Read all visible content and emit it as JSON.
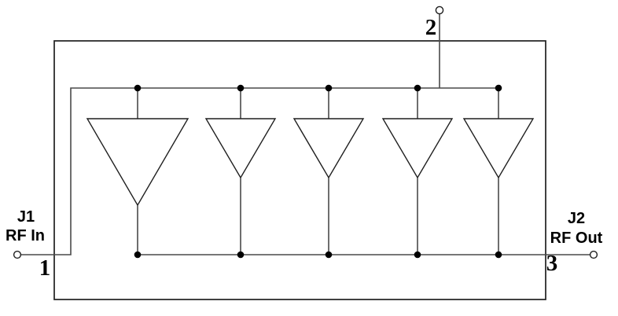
{
  "diagram": {
    "type": "rf-amplifier-module-schematic",
    "description": "Block schematic of an RF amplifier module: input J1 feeds a common input bus driving five parallel amplifier stages whose outputs join a common output bus to J2; pin 2 connects to the input bus from the top.",
    "background_color": "#ffffff",
    "line_color": "#4a4a4a",
    "outline_color": "#1f1f1f",
    "dot_color": "#000000",
    "amplifier_count": 5,
    "ports": {
      "input": {
        "designator": "J1",
        "label": "RF In",
        "pin": "1"
      },
      "top": {
        "pin": "2"
      },
      "output": {
        "designator": "J2",
        "label": "RF Out",
        "pin": "3"
      }
    }
  }
}
